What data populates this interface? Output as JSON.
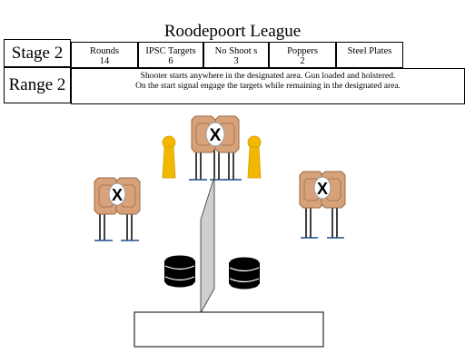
{
  "title": "Roodepoort League",
  "stage_label": "Stage 2",
  "range_label": "Range 2",
  "stats": [
    {
      "label": "Rounds",
      "value": "14"
    },
    {
      "label": "IPSC Targets",
      "value": "6"
    },
    {
      "label": "No Shoot s",
      "value": "3"
    },
    {
      "label": "Poppers",
      "value": "2"
    },
    {
      "label": "Steel Plates",
      "value": ""
    }
  ],
  "description": {
    "line1": "Shooter starts anywhere in the designated area. Gun loaded and holstered.",
    "line2": "On the start signal engage the targets while remaining in the designated area."
  },
  "colors": {
    "target_tan": "#d7a27a",
    "target_edge": "#9a6a45",
    "popper": "#f2b800",
    "stand_blue": "#1f4e8c",
    "wall_fill": "#cfcfcf",
    "barrel": "#000000"
  },
  "icons": {
    "no_shoot": "x-mark",
    "popper": "popper-steel-target",
    "barrel": "barrel-stack",
    "wall": "vision-barrier-wall"
  }
}
